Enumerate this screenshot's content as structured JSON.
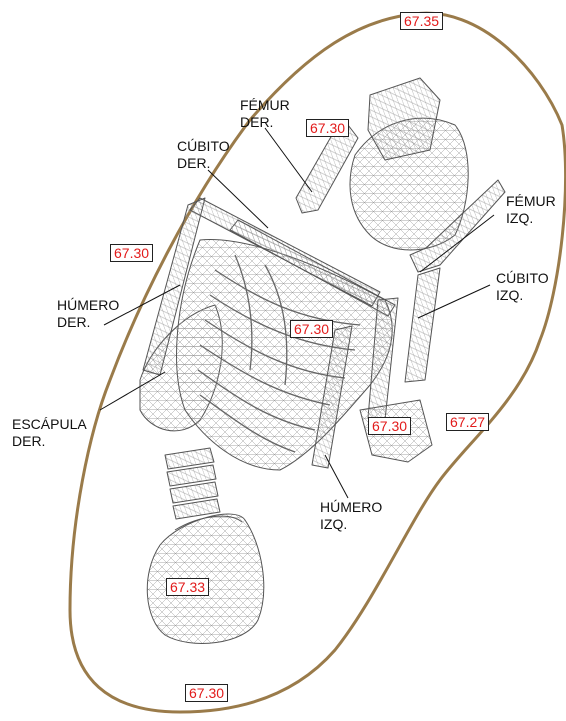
{
  "colors": {
    "boundary": "#9a7b4a",
    "elevation_text": "#e21b1b",
    "bone_stroke": "#555555",
    "leader": "#111111"
  },
  "labels": {
    "femur_der": [
      "FÉMUR",
      "DER."
    ],
    "cubito_der": [
      "CÚBITO",
      "DER."
    ],
    "humero_der": [
      "HÚMERO",
      "DER."
    ],
    "escapula_der": [
      "ESCÁPULA",
      "DER."
    ],
    "femur_izq": [
      "FÉMUR",
      "IZQ."
    ],
    "cubito_izq": [
      "CÚBITO",
      "IZQ."
    ],
    "humero_izq": [
      "HÚMERO",
      "IZQ."
    ]
  },
  "elevations": {
    "top": "67.35",
    "femur_der": "67.30",
    "left": "67.30",
    "center": "67.30",
    "right_lower": "67.30",
    "right": "67.27",
    "skull": "67.33",
    "bottom": "67.30"
  }
}
